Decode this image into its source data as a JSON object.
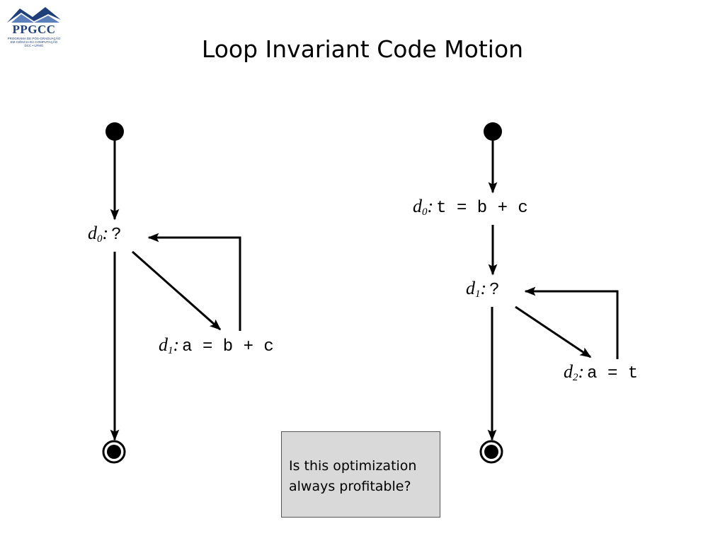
{
  "logo": {
    "name": "PPGCC",
    "lines": [
      "PROGRAMA DE PÓS-GRADUAÇÃO",
      "EM CIÊNCIA DA COMPUTAÇÃO",
      "DCC • UFMG"
    ]
  },
  "slide": {
    "title": "Loop Invariant Code Motion"
  },
  "left_graph": {
    "d0": {
      "name": "d",
      "sub": "0",
      "colon": ":",
      "code": "?"
    },
    "d1": {
      "name": "d",
      "sub": "1",
      "colon": ":",
      "code": "a = b + c"
    }
  },
  "right_graph": {
    "d0": {
      "name": "d",
      "sub": "0",
      "colon": ":",
      "code": "t = b + c"
    },
    "d1": {
      "name": "d",
      "sub": "1",
      "colon": ":",
      "code": "?"
    },
    "d2": {
      "name": "d",
      "sub": "2",
      "colon": ":",
      "code": "a = t"
    }
  },
  "question": {
    "line1": "Is this optimization",
    "line2": "always profitable?"
  },
  "colors": {
    "ink": "#000000",
    "box_fill": "#d9d9d9",
    "logo_blue": "#1f3f7a"
  }
}
